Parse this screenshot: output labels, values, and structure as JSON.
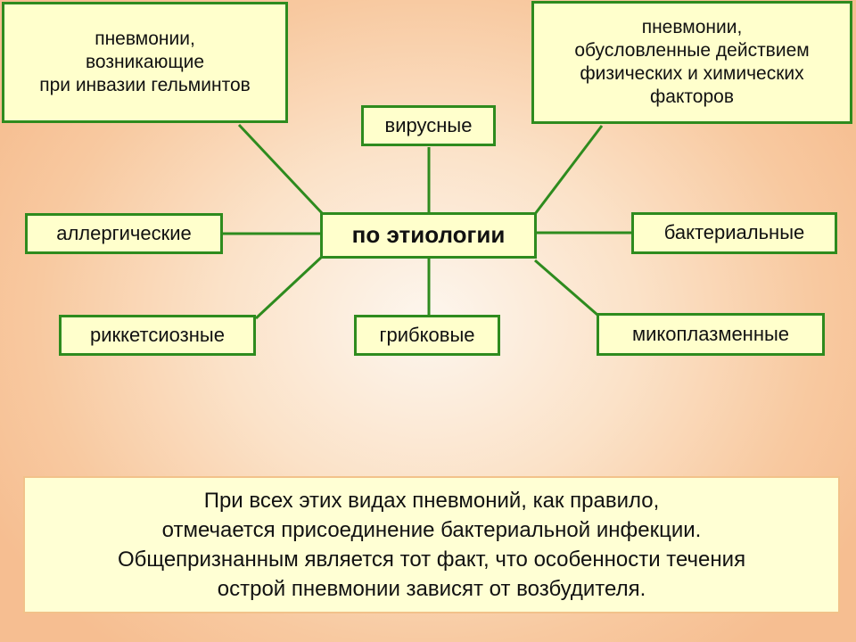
{
  "diagram": {
    "center": "по этиологии",
    "helminth_lines": [
      "пневмонии,",
      "возникающие",
      "при инвазии гельминтов"
    ],
    "physchem_lines": [
      "пневмонии,",
      "обусловленные действием",
      "физических и химических",
      "факторов"
    ],
    "viral": "вирусные",
    "allergic": "аллергические",
    "bacterial": "бактериальные",
    "rickettsial": "риккетсиозные",
    "fungal": "грибковые",
    "mycoplasma": "микоплазменные"
  },
  "note_lines": [
    "При всех этих видах пневмоний, как правило,",
    "отмечается присоединение бактериальной инфекции.",
    "Общепризнанным является тот факт, что особенности течения",
    "острой пневмонии зависят от возбудителя."
  ],
  "colors": {
    "border": "#2e8b1e",
    "box_fill": "#ffffcc",
    "note_border": "#f2c28a"
  }
}
